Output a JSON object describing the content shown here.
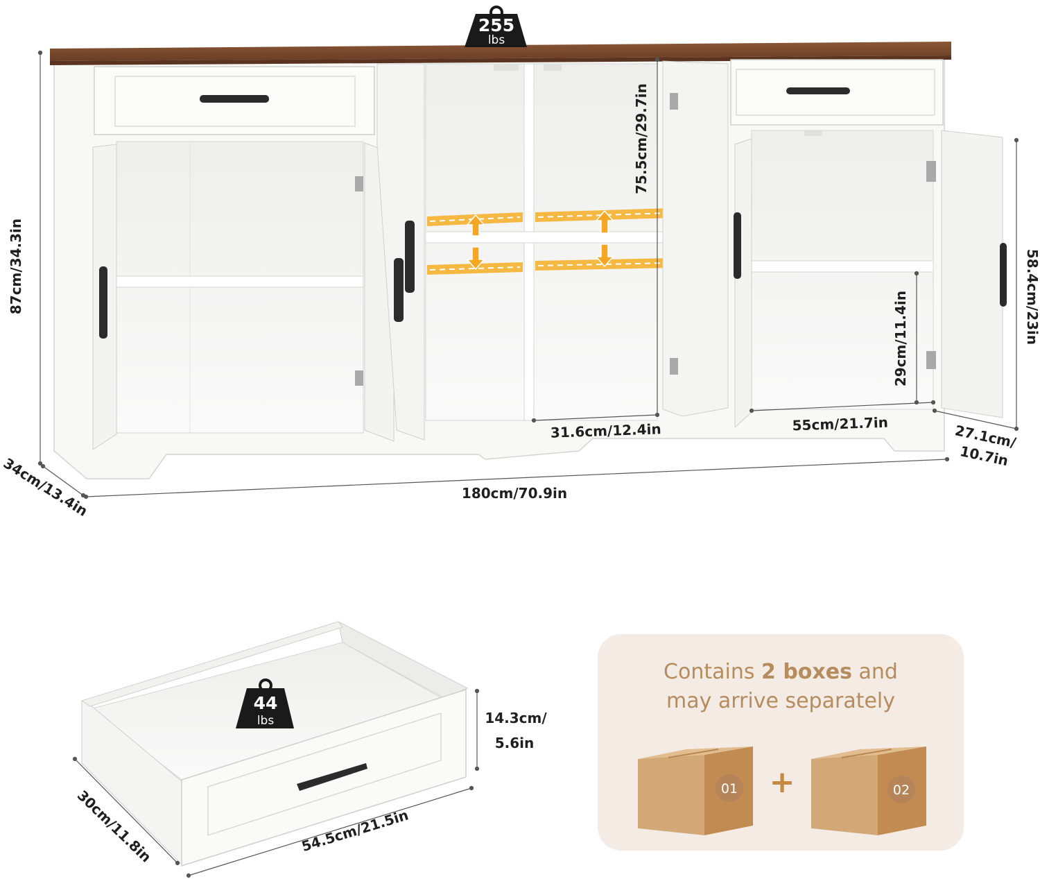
{
  "product": {
    "weight": {
      "value": "255",
      "unit": "lbs"
    },
    "dimensions": {
      "width": "180cm/70.9in",
      "height": "87cm/34.3in",
      "depth": "34cm/13.4in",
      "center_height": "75.5cm/29.7in",
      "center_width": "31.6cm/12.4in",
      "side_height": "58.4cm/23in",
      "side_width": "55cm/21.7in",
      "side_depth_line1": "27.1cm/",
      "side_depth_line2": "10.7in",
      "lower_height": "29cm/11.4in"
    }
  },
  "drawer": {
    "weight": {
      "value": "44",
      "unit": "lbs"
    },
    "dimensions": {
      "height_line1": "14.3cm/",
      "height_line2": "5.6in",
      "depth": "30cm/11.8in",
      "width": "54.5cm/21.5in"
    }
  },
  "package": {
    "line1_prefix": "Contains ",
    "line1_bold": "2 boxes",
    "line1_suffix": " and",
    "line2": "may arrive separately",
    "boxes": [
      "01",
      "02"
    ],
    "plus": "+"
  },
  "colors": {
    "wood_top": "#7a4a2e",
    "cabinet": "#f7f7f5",
    "shelf_highlight": "#f5b230",
    "package_bg": "#f3ebe4",
    "package_text": "#b58c5e",
    "box": "#d3a877"
  }
}
